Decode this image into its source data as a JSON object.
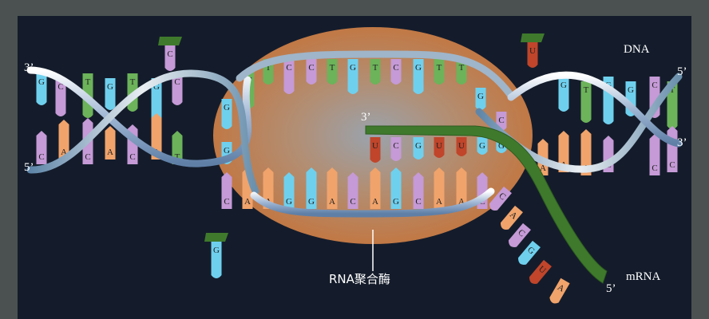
{
  "labels": {
    "dna": "DNA",
    "mrna": "mRNA",
    "polymerase": "RNA聚合酶",
    "left_top_end": "3’",
    "left_bottom_end": "5’",
    "right_top_end": "5’",
    "right_bottom_end": "3’",
    "rna_start_end": "3’",
    "rna_tail_end": "5’"
  },
  "colors": {
    "A": "#f0a36b",
    "T": "#6cb35a",
    "C": "#c59ad6",
    "G": "#6fd0ee",
    "U": "#c0452a",
    "rna_strand": "#3f7a2c",
    "enzyme": "#c07a45",
    "background": "#141c2b"
  },
  "bubble": {
    "template_strand": [
      "C",
      "A",
      "A",
      "G",
      "G",
      "A",
      "C",
      "A",
      "G",
      "C",
      "A",
      "A",
      "C"
    ],
    "coding_strand": [
      "T",
      "C",
      "C",
      "T",
      "G",
      "T",
      "C",
      "G",
      "T",
      "T"
    ],
    "rna_in_bubble": [
      "U",
      "C",
      "G",
      "U",
      "U",
      "G",
      "G"
    ],
    "left_unpaired": [
      "G",
      "T",
      "G"
    ],
    "right_template": [
      "G",
      "C"
    ]
  },
  "left_helix": {
    "top_strand": [
      "G",
      "C",
      "T",
      "G",
      "T",
      "G",
      "C"
    ],
    "bottom_strand": [
      "C",
      "A",
      "C",
      "A",
      "C",
      "A",
      "T"
    ]
  },
  "right_helix": {
    "top_strand": [
      "G",
      "T",
      "G",
      "G",
      "C",
      "T"
    ],
    "bottom_strand": [
      "A",
      "A",
      "A",
      "C",
      "C",
      "C"
    ]
  },
  "rna_tail": [
    "C",
    "A",
    "C",
    "G",
    "U",
    "A"
  ],
  "free_nucleotides": [
    "C",
    "U",
    "G"
  ]
}
